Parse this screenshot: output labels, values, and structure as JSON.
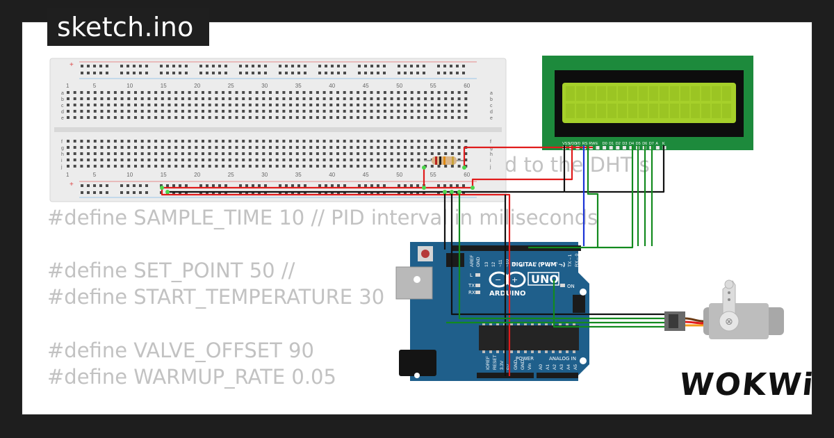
{
  "title": "sketch.ino",
  "code": {
    "line_dht_fragment": "ed to the DHT s",
    "line_sample_time": "#define SAMPLE_TIME 10 // PID interval in miliseconds",
    "line_set_point": "#define SET_POINT 50 //",
    "line_start_temp": "#define START_TEMPERATURE 30",
    "line_valve_offset": "#define VALVE_OFFSET 90",
    "line_warmup_rate": "#define WARMUP_RATE 0.05"
  },
  "breadboard": {
    "column_labels": [
      "1",
      "5",
      "10",
      "15",
      "20",
      "25",
      "30",
      "35",
      "40",
      "45",
      "50",
      "55",
      "60"
    ],
    "row_labels_top": [
      "a",
      "b",
      "c",
      "d",
      "e"
    ],
    "row_labels_bottom": [
      "f",
      "g",
      "h",
      "i",
      "j"
    ]
  },
  "lcd": {
    "pin_labels": [
      "VSS",
      "VDD",
      "V0",
      "RS",
      "RW",
      "E",
      "D0",
      "D1",
      "D2",
      "D3",
      "D4",
      "D5",
      "D6",
      "D7",
      "A",
      "K"
    ],
    "screen_color": "#a6d02a",
    "pcb_color": "#1d8a3c"
  },
  "arduino": {
    "brand": "ARDUINO",
    "model": "UNO",
    "digital_label": "DIGITAL (PWM ~)",
    "power_label": "POWER",
    "analog_label": "ANALOG IN",
    "on_label": "ON",
    "l_label": "L",
    "tx_label": "TX",
    "rx_label": "RX",
    "aref_label": "AREF",
    "gnd_label": "GND",
    "digital_pins": [
      "13",
      "12",
      "~11",
      "~10",
      "~9",
      "8",
      "7",
      "~6",
      "~5",
      "4",
      "~3",
      "2",
      "TX→1",
      "RX←0"
    ],
    "power_pins": [
      "IOREF",
      "RESET",
      "3.3V",
      "5V",
      "GND",
      "GND",
      "Vin"
    ],
    "analog_pins": [
      "A0",
      "A1",
      "A2",
      "A3",
      "A4",
      "A5"
    ],
    "board_color": "#1f5f8b"
  },
  "logo": "WOKWi",
  "colors": {
    "wire_red": "#e01b1b",
    "wire_black": "#111111",
    "wire_green": "#128a1e",
    "wire_blue": "#1a33d6"
  }
}
